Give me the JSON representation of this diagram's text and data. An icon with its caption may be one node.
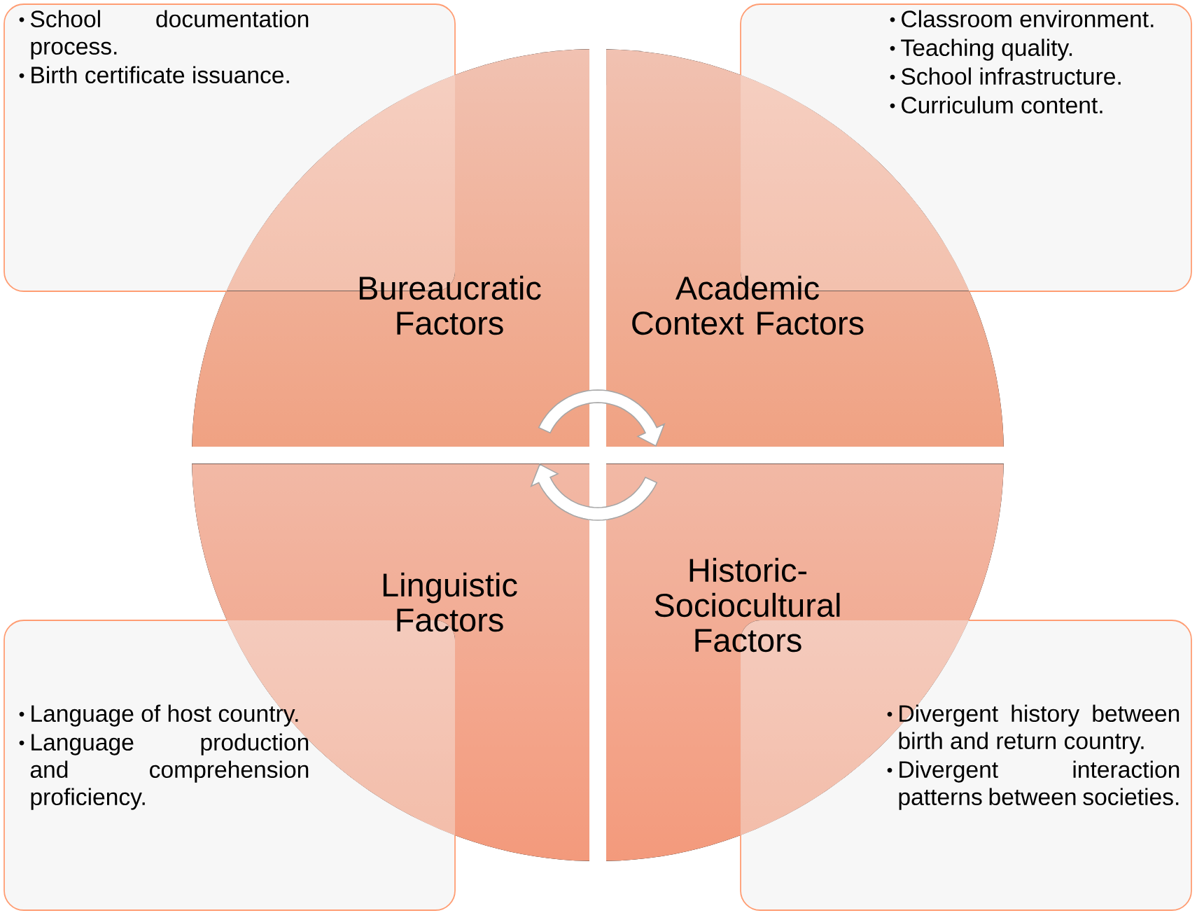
{
  "diagram": {
    "nodes": [
      {
        "text": [
          "Bureaucratic Factors"
        ]
      },
      {
        "text": [
          "Academic Context Factors"
        ]
      },
      {
        "text": [
          "Linguistic Factors"
        ]
      },
      {
        "text": [
          "Historic-Sociocultural Factors"
        ]
      },
      {
        "text": [
          "School documentation process.",
          "Birth certificate issuance."
        ]
      },
      {
        "text": [
          "Classroom environment.",
          "Teaching quality.",
          "School infrastructure.",
          "Curriculum content."
        ]
      },
      {
        "text": [
          "Language of host country.",
          "Language production and comprehension proficiency."
        ]
      },
      {
        "text": [
          "Divergent history between birth and return country.",
          "Divergent interaction patterns between societies."
        ]
      }
    ]
  }
}
